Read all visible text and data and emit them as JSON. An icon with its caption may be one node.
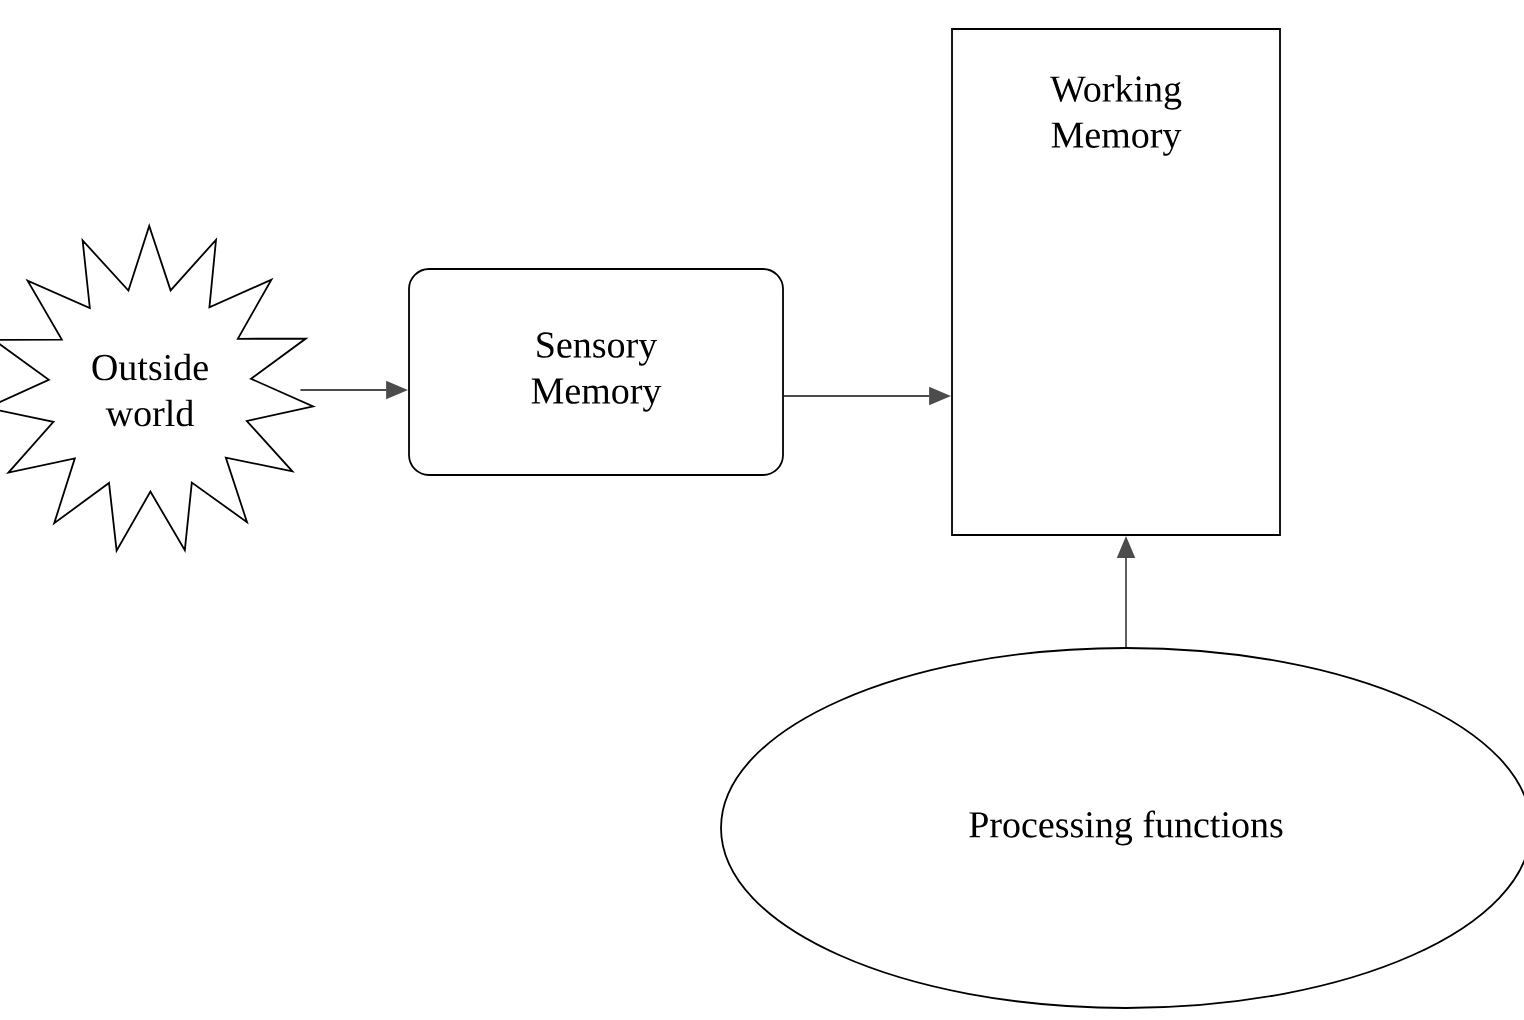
{
  "diagram": {
    "nodes": [
      {
        "text": [
          "Outside world"
        ]
      },
      {
        "text": [
          "Sensory Memory"
        ]
      },
      {
        "text": [
          "Working Memory"
        ]
      },
      {
        "text": [
          "Processing functions"
        ]
      }
    ],
    "edges": [
      {
        "from": 0,
        "to": 1,
        "arrow": "to"
      },
      {
        "from": 1,
        "to": 2,
        "arrow": "to"
      },
      {
        "from": 3,
        "to": 2,
        "arrow": "to"
      }
    ]
  }
}
